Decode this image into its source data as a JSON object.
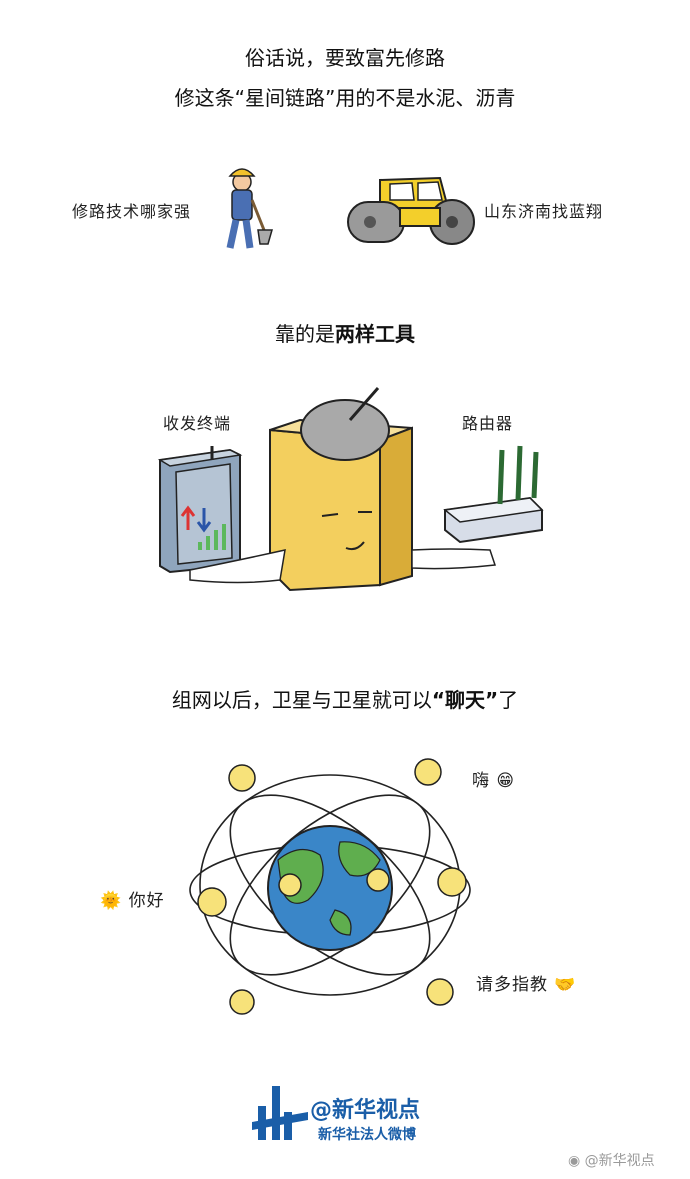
{
  "header": {
    "line1": "俗话说，要致富先修路",
    "line2": "修这条“星间链路”用的不是水泥、沥青"
  },
  "road": {
    "left_caption": "修路技术哪家强",
    "right_caption": "山东济南找蓝翔"
  },
  "tools": {
    "prefix": "靠的是",
    "bold": "两样工具",
    "left_label": "收发终端",
    "right_label": "路由器"
  },
  "network": {
    "prefix": "组网以后，卫星与卫星就可以",
    "bold": "“聊天”",
    "suffix": "了",
    "msg_hi": "嗨",
    "msg_hello": "你好",
    "msg_advice": "请多指教"
  },
  "footer": {
    "brand_main": "@新华视点",
    "brand_sub": "新华社法人微博",
    "watermark": "@新华视点"
  },
  "colors": {
    "box_yellow": "#f3cf5e",
    "globe_blue": "#3a86c8",
    "land_green": "#5fae4e",
    "brand_blue": "#1a5ea8",
    "face_yellow": "#f7e27a"
  }
}
